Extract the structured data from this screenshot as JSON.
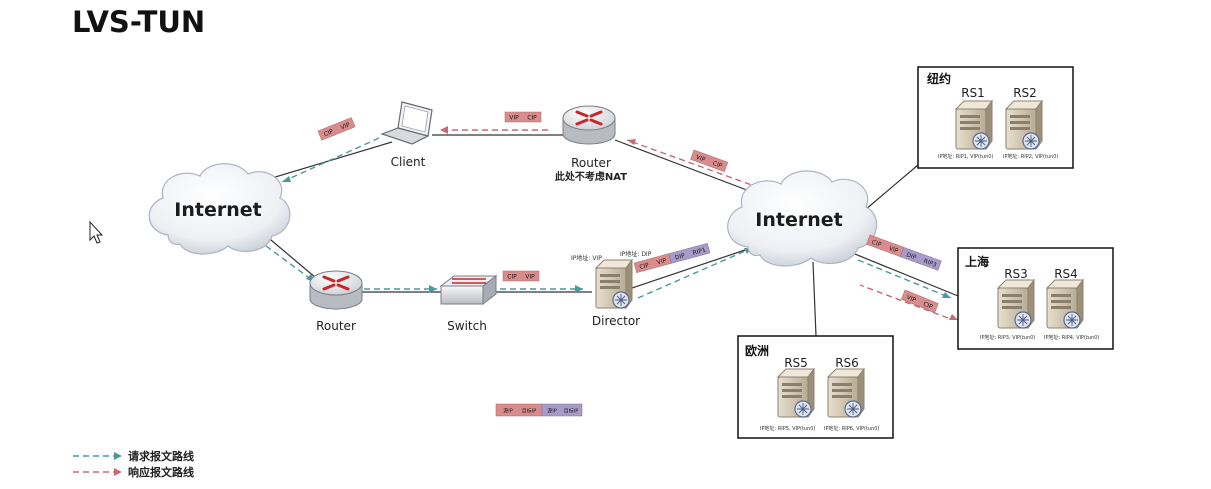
{
  "title": "LVS-TUN",
  "clouds": {
    "left": "Internet",
    "right": "Internet"
  },
  "devices": {
    "client": "Client",
    "router_top": "Router",
    "router_top_note": "此处不考虑NAT",
    "router_bottom": "Router",
    "switch": "Switch",
    "director": "Director",
    "director_vip_note": "IP地址: VIP",
    "director_dip_note": "IP地址: DIP"
  },
  "regions": {
    "newyork": {
      "label": "纽约",
      "servers": [
        "RS1",
        "RS2"
      ],
      "notes": [
        "IP地址: RIP1, VIP(tun0)",
        "IP地址: RIP2, VIP(tun0)"
      ]
    },
    "shanghai": {
      "label": "上海",
      "servers": [
        "RS3",
        "RS4"
      ],
      "notes": [
        "IP地址: RIP3, VIP(tun0)",
        "IP地址: RIP4, VIP(tun0)"
      ]
    },
    "europe": {
      "label": "欧洲",
      "servers": [
        "RS5",
        "RS6"
      ],
      "notes": [
        "IP地址: RIP5, VIP(tun0)",
        "IP地址: RIP6, VIP(tun0)"
      ]
    }
  },
  "packets": {
    "client_left": [
      "CIP",
      "VIP"
    ],
    "top_router": [
      "VIP",
      "CIP"
    ],
    "router_right": [
      "VIP",
      "CIP"
    ],
    "switch_director": [
      "CIP",
      "VIP"
    ],
    "director_out": [
      "CIP",
      "VIP",
      "DIP",
      "RIP1"
    ],
    "internet_shanghai": [
      "CIP",
      "VIP",
      "DIP",
      "RIP3"
    ],
    "shanghai_return": [
      "VIP",
      "CIP"
    ],
    "key": [
      "源IP",
      "目标IP",
      "源IP",
      "目标IP"
    ]
  },
  "legend": {
    "request": "请求报文路线",
    "response": "响应报文路线"
  },
  "colors": {
    "request": "#4a9a9a",
    "response": "#c66a7a",
    "pkt_red": "#d88c8c",
    "pkt_purple": "#a99bc9",
    "box_border": "#111111"
  }
}
